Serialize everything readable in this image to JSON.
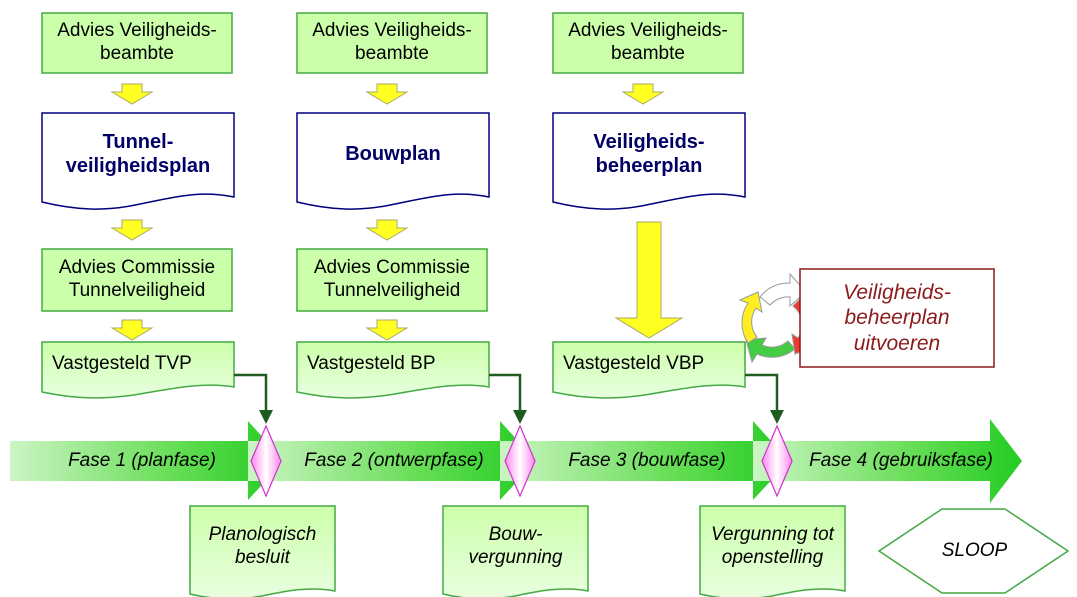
{
  "columns": [
    {
      "advice_top": "Advies Veiligheids-\nbeambte",
      "plan": "Tunnel-\nveiligheidsplan",
      "advice_bottom": "Advies Commissie\nTunnelveiligheid",
      "established": "Vastgesteld TVP"
    },
    {
      "advice_top": "Advies Veiligheids-\nbeambte",
      "plan": "Bouwplan",
      "advice_bottom": "Advies Commissie\nTunnelveiligheid",
      "established": "Vastgesteld BP"
    },
    {
      "advice_top": "Advies Veiligheids-\nbeambte",
      "plan": "Veiligheids-\nbeheerplan",
      "established": "Vastgesteld VBP"
    }
  ],
  "execute_plan": "Veiligheids-\nbeheerplan\nuitvoeren",
  "phases": [
    "Fase 1 (planfase)",
    "Fase 2 (ontwerpfase)",
    "Fase 3 (bouwfase)",
    "Fase 4 (gebruiksfase)"
  ],
  "outcomes": [
    "Planologisch\nbesluit",
    "Bouw-\nvergunning",
    "Vergunning tot\nopenstelling"
  ],
  "end": "SLOOP",
  "colors": {
    "box_fill": "#ccffaa",
    "box_border": "#44aa44",
    "doc_border": "#000080",
    "arrow_yellow": "#ffff22",
    "arrow_yellow_border": "#aaaa66",
    "phase_green": "#22cc22",
    "milestone": "#ff77ee",
    "connector": "#1f5c1f",
    "red_text": "#8b1a1a",
    "cycle_red": "#ee3b2e",
    "cycle_green": "#44cc44",
    "cycle_yellow": "#ffee22"
  }
}
